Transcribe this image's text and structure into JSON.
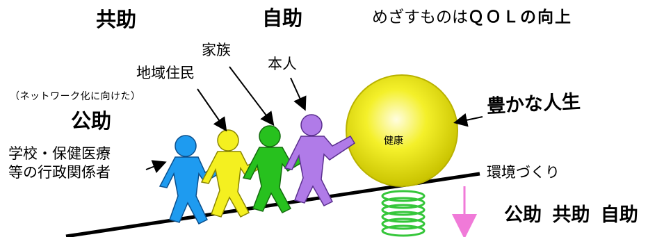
{
  "labels": {
    "kyojo_top": "共助",
    "jijo_top": "自助",
    "goal_prefix": "めざすものは",
    "goal_highlight": "ＱＯＬ",
    "goal_suffix": "の向上",
    "kazoku": "家族",
    "honnin": "本人",
    "chiiki": "地域住民",
    "network_note": "（ネットワーク化に向けた）",
    "kojo_left": "公助",
    "school_line1": "学校・保健医療",
    "school_line2": "等の行政関係者",
    "yutaka": "豊かな人生",
    "kenko": "健康",
    "kankyo": "環境づくり",
    "bottom_row": "公助 共助 自助"
  },
  "colors": {
    "figure_blue": "#1e9bf0",
    "figure_yellow": "#f4f020",
    "figure_green": "#27c11e",
    "figure_purple": "#b07be8",
    "ball": "#f2ee22",
    "spring": "#35c63a",
    "arrow_pink": "#f07ad8"
  }
}
